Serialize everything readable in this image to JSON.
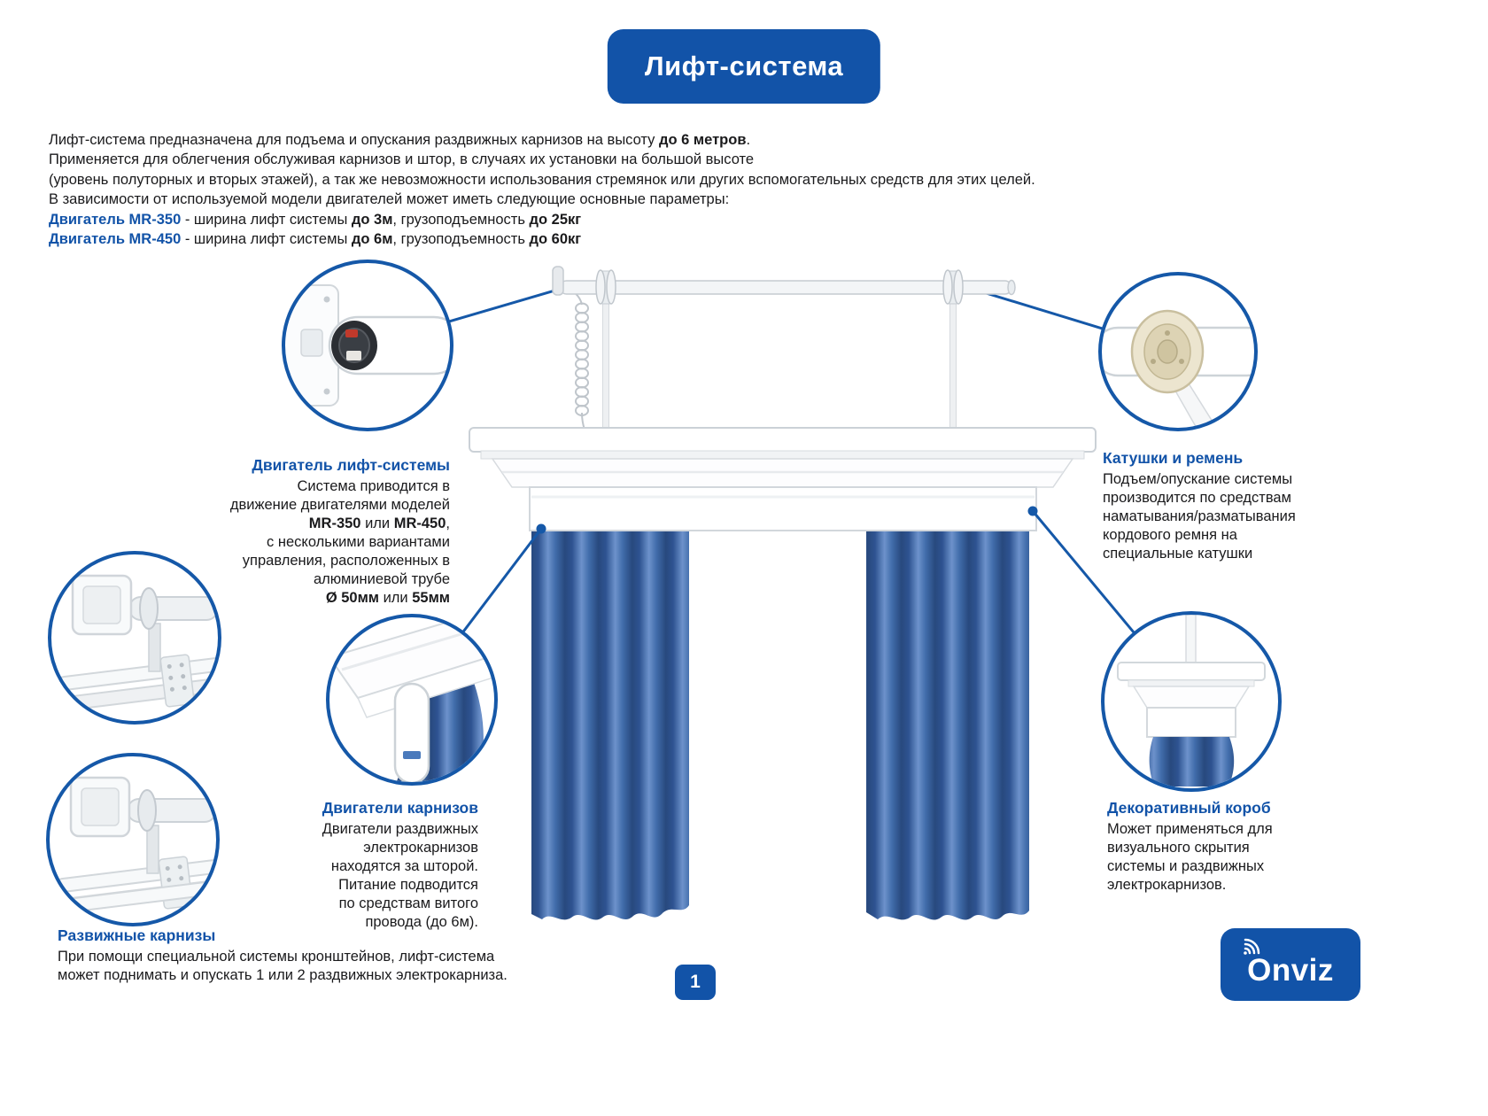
{
  "colors": {
    "accent_blue": "#1253a8",
    "curtain_blue": "#416dab"
  },
  "header": {
    "title": "Лифт-система"
  },
  "intro": {
    "lines": [
      [
        {
          "t": "Лифт-система предназначена для подъема и опускания раздвижных карнизов на высоту "
        },
        {
          "t": "до 6 метров",
          "b": true
        },
        {
          "t": "."
        }
      ],
      [
        {
          "t": "Применяется для облегчения обслуживая карнизов и штор, в случаях их установки на большой высоте"
        }
      ],
      [
        {
          "t": "(уровень полуторных и вторых этажей), а так же невозможности использования стремянок или других вспомогательных средств для этих целей."
        }
      ],
      [
        {
          "t": "В зависимости от используемой модели двигателей может иметь следующие основные параметры:"
        }
      ],
      [
        {
          "t": "Двигатель MR-350",
          "b": true,
          "c": "#1253a8"
        },
        {
          "t": " - ширина лифт системы "
        },
        {
          "t": "до 3м",
          "b": true
        },
        {
          "t": ", грузоподъемность "
        },
        {
          "t": "до 25кг",
          "b": true
        }
      ],
      [
        {
          "t": "Двигатель MR-450",
          "b": true,
          "c": "#1253a8"
        },
        {
          "t": " - ширина лифт системы "
        },
        {
          "t": "до 6м",
          "b": true
        },
        {
          "t": ", грузоподъемность "
        },
        {
          "t": "до 60кг",
          "b": true
        }
      ]
    ]
  },
  "callouts": {
    "motor": {
      "title": "Двигатель лифт-системы",
      "body": [
        {
          "t": "Система приводится в"
        },
        {
          "br": true
        },
        {
          "t": "движение двигателями моделей"
        },
        {
          "br": true
        },
        {
          "t": "MR-350",
          "b": true
        },
        {
          "t": " или "
        },
        {
          "t": "MR-450",
          "b": true
        },
        {
          "t": ","
        },
        {
          "br": true
        },
        {
          "t": "с несколькими вариантами"
        },
        {
          "br": true
        },
        {
          "t": "управления, расположенных в"
        },
        {
          "br": true
        },
        {
          "t": "алюминиевой трубе"
        },
        {
          "br": true
        },
        {
          "t": "Ø 50мм",
          "b": true
        },
        {
          "t": " или "
        },
        {
          "t": "55мм",
          "b": true
        }
      ]
    },
    "spool": {
      "title": "Катушки и ремень",
      "body": [
        {
          "t": "Подъем/опускание системы"
        },
        {
          "br": true
        },
        {
          "t": "производится по средствам"
        },
        {
          "br": true
        },
        {
          "t": "наматывания/разматывания"
        },
        {
          "br": true
        },
        {
          "t": "кордового ремня на"
        },
        {
          "br": true
        },
        {
          "t": "специальные катушки"
        }
      ]
    },
    "curtain_motor": {
      "title": "Двигатели карнизов",
      "body": [
        {
          "t": "Двигатели раздвижных"
        },
        {
          "br": true
        },
        {
          "t": "электрокарнизов"
        },
        {
          "br": true
        },
        {
          "t": "находятся за шторой."
        },
        {
          "br": true
        },
        {
          "t": "Питание подводится"
        },
        {
          "br": true
        },
        {
          "t": "по средствам витого"
        },
        {
          "br": true
        },
        {
          "t": "провода (до 6м)."
        }
      ]
    },
    "brackets": {
      "title": "Развижные карнизы",
      "body": [
        {
          "t": "При помощи специальной системы кронштейнов, лифт-система"
        },
        {
          "br": true
        },
        {
          "t": "может поднимать и опускать 1 или 2 раздвижных электрокарниза."
        }
      ]
    },
    "decor_box": {
      "title": "Декоративный короб",
      "body": [
        {
          "t": "Может применяться для"
        },
        {
          "br": true
        },
        {
          "t": "визуального скрытия"
        },
        {
          "br": true
        },
        {
          "t": "системы и раздвижных"
        },
        {
          "br": true
        },
        {
          "t": "электрокарнизов."
        }
      ]
    }
  },
  "footer": {
    "page_number": "1",
    "brand": "Onviz"
  }
}
